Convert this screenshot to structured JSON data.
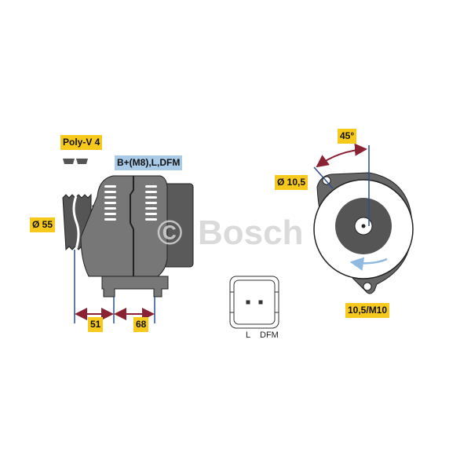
{
  "labels": {
    "belt": "Poly-V 4",
    "terminals": "B+(M8),L,DFM",
    "pulley_diameter": "Ø 55",
    "dim_a": "51",
    "dim_b": "68",
    "angle": "45°",
    "hole_diameter": "Ø 10,5",
    "mount_hole": "10,5/M10"
  },
  "connector": {
    "pin_l": "L",
    "pin_dfm": "DFM"
  },
  "watermark": {
    "copyright": "©",
    "brand": "Bosch"
  },
  "colors": {
    "label_yellow": "#f6c91c",
    "label_blue": "#a9cbe8",
    "dimension_arrow": "#8b2233",
    "dimension_line": "#2c4f8c",
    "body": "#6b6b6b"
  }
}
